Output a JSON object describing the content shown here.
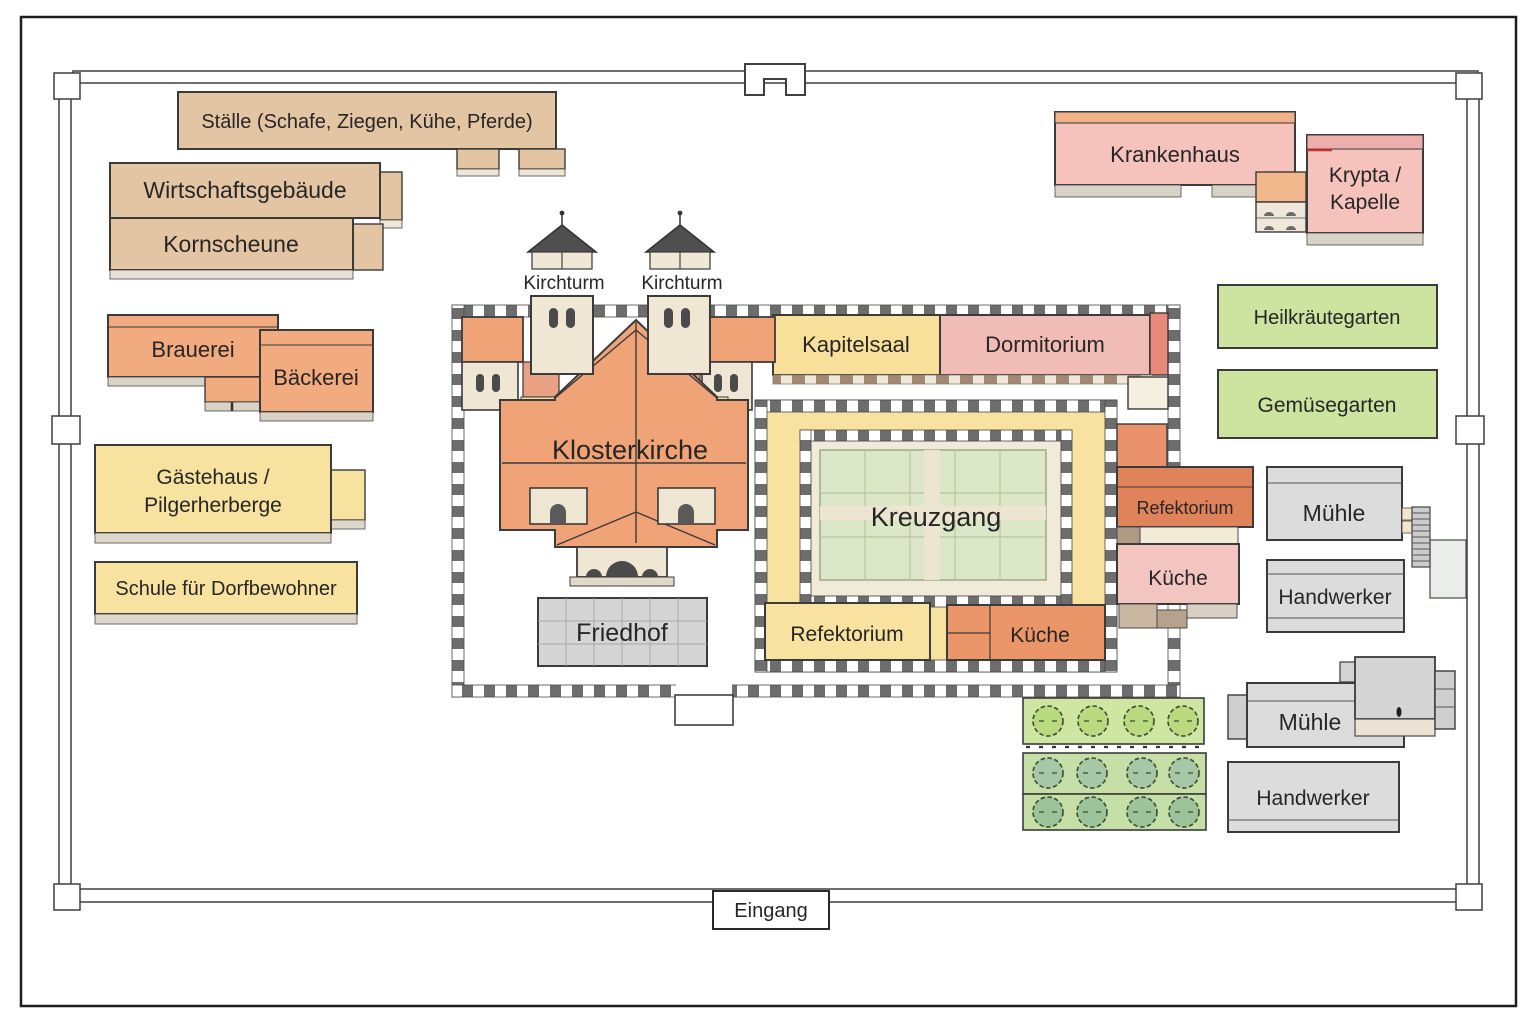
{
  "labels": {
    "stalle": "Ställe (Schafe, Ziegen, Kühe, Pferde)",
    "wirtschaftsgebaeude": "Wirtschaftsgebäude",
    "kornscheune": "Kornscheune",
    "brauerei": "Brauerei",
    "baeckerei": "Bäckerei",
    "gaestehaus_line1": "Gästehaus /",
    "gaestehaus_line2": "Pilgerherberge",
    "schule": "Schule für Dorfbewohner",
    "kirchturm_left": "Kirchturm",
    "kirchturm_right": "Kirchturm",
    "klosterkirche": "Klosterkirche",
    "kapitelsaal": "Kapitelsaal",
    "dormitorium": "Dormitorium",
    "kreuzgang": "Kreuzgang",
    "refektorium_ost": "Refektorium",
    "kueche_ost": "Küche",
    "refektorium_sued": "Refektorium",
    "kueche_sued": "Küche",
    "friedhof": "Friedhof",
    "krankenhaus": "Krankenhaus",
    "krypta_line1": "Krypta /",
    "krypta_line2": "Kapelle",
    "heilkraeutegarten": "Heilkräutegarten",
    "gemuesegarten": "Gemüsegarten",
    "muehle_ost": "Mühle",
    "handwerker_ost": "Handwerker",
    "muehle_sued": "Mühle",
    "handwerker_sued": "Handwerker",
    "eingang": "Eingang"
  },
  "palette": {
    "tan": "#e3c5a3",
    "orange": "#f1ab7e",
    "terracotta": "#e0835a",
    "church_orange": "#f0a377",
    "yellow": "#f8e2a0",
    "pink": "#f5c2bc",
    "salmon": "#e9897b",
    "garden_green": "#cde3a0",
    "courtyard_green": "#dbe7c6",
    "gray_building": "#dcdcdc",
    "cream": "#efe6d3",
    "wall_dark": "#6d6d6d",
    "outline": "#3b3b3b"
  }
}
